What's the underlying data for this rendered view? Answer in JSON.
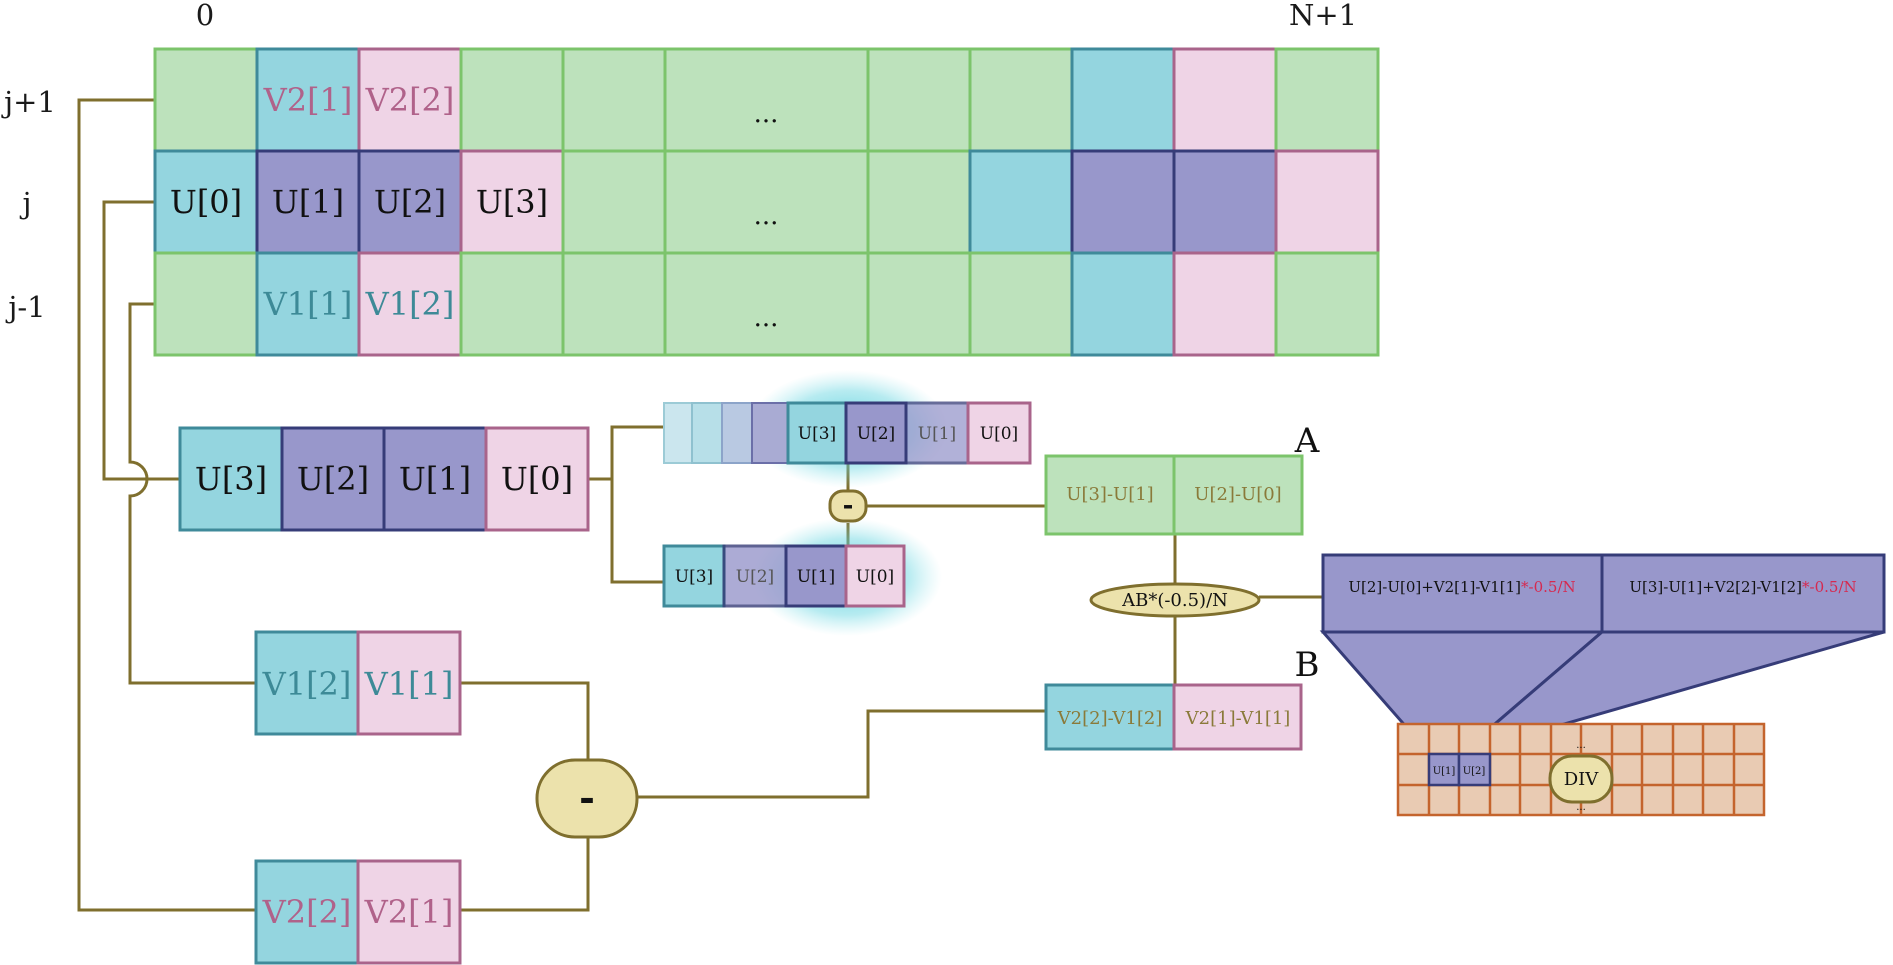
{
  "axis_labels": {
    "col_start": "0",
    "col_end": "N+1"
  },
  "row_labels": [
    "j+1",
    "j",
    "j-1"
  ],
  "grid": {
    "row_top": [
      "",
      "V2[1]",
      "V2[2]",
      "",
      "",
      "...",
      "",
      "",
      "",
      "",
      ""
    ],
    "row_mid": [
      "U[0]",
      "U[1]",
      "U[2]",
      "U[3]",
      "",
      "...",
      "",
      "",
      "",
      "",
      ""
    ],
    "row_bot": [
      "",
      "V1[1]",
      "V1[2]",
      "",
      "",
      "...",
      "",
      "",
      "",
      "",
      ""
    ]
  },
  "u_register": [
    "U[3]",
    "U[2]",
    "U[1]",
    "U[0]"
  ],
  "shift_top": [
    "U[3]",
    "U[2]",
    "U[1]",
    "U[0]"
  ],
  "shift_bot": [
    "U[3]",
    "U[2]",
    "U[1]",
    "U[0]"
  ],
  "v1_register": [
    "V1[2]",
    "V1[1]"
  ],
  "v2_register": [
    "V2[2]",
    "V2[1]"
  ],
  "ops": {
    "minus_small": "-",
    "minus_large": "-",
    "multiply": "AB*(-0.5)/N",
    "divide": "DIV"
  },
  "register_a": {
    "label": "A",
    "cells": [
      "U[3]-U[1]",
      "U[2]-U[0]"
    ]
  },
  "register_b": {
    "label": "B",
    "cells": [
      "V2[2]-V1[2]",
      "V2[1]-V1[1]"
    ]
  },
  "result": {
    "cell_1": {
      "expr": "U[2]-U[0]+V2[1]-V1[1]",
      "factor": "*-0.5/N"
    },
    "cell_2": {
      "expr": "U[3]-U[1]+V2[2]-V1[2]",
      "factor": "*-0.5/N"
    }
  },
  "output_grid": {
    "cell_1": "U[1]",
    "cell_2": "U[2]",
    "dots_top": "...",
    "dots_bottom": "..."
  },
  "colors": {
    "green": "#bde2bc",
    "green_stroke": "#7cc46b",
    "cyan": "#94d5df",
    "cyan_stroke": "#3f8a9a",
    "purple": "#9897cb",
    "purple_stroke": "#363c78",
    "pink": "#efd4e6",
    "pink_stroke": "#a9648b",
    "wire": "#7f6f2e",
    "op_fill": "#ece2ac",
    "orange": "#e9cbb3",
    "orange_stroke": "#c4642d",
    "accent_red": "#d6294f"
  }
}
